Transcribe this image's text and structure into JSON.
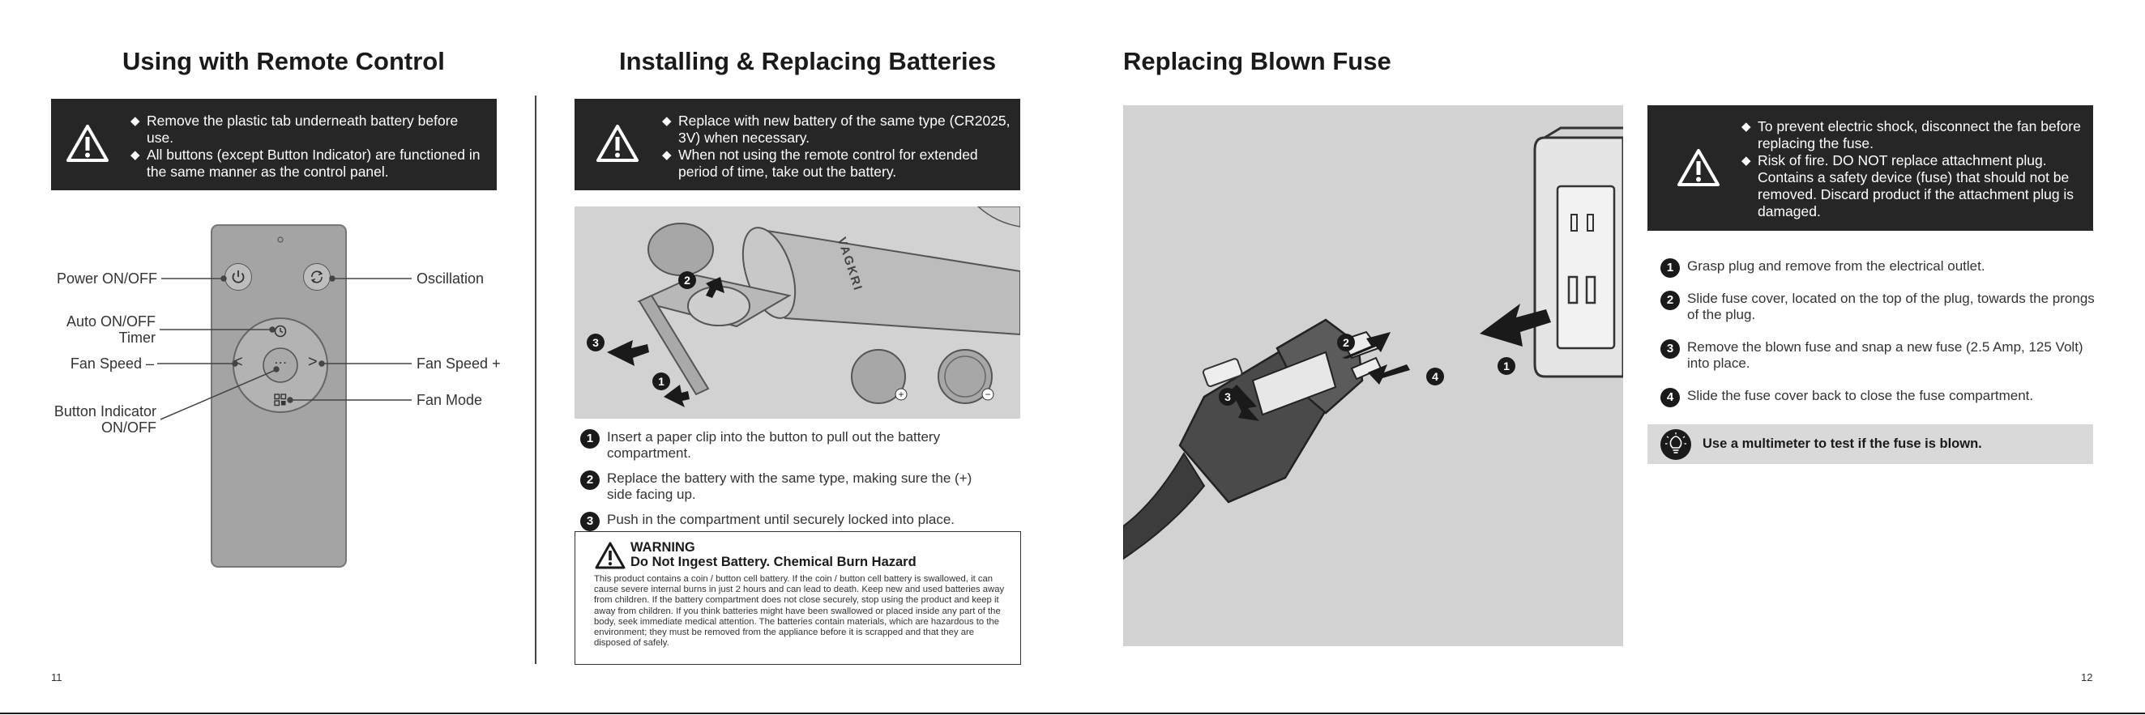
{
  "remote_section": {
    "title": "Using with Remote Control",
    "notes": [
      "Remove the plastic tab underneath battery before use.",
      "All buttons (except Button Indicator) are functioned in the same manner as the control panel."
    ],
    "labels": {
      "power": "Power ON/OFF",
      "timer_line1": "Auto ON/OFF",
      "timer_line2": "Timer",
      "speed_minus": "Fan Speed –",
      "indicator_line1": "Button Indicator",
      "indicator_line2": "ON/OFF",
      "oscillation": "Oscillation",
      "speed_plus": "Fan Speed +",
      "fan_mode": "Fan Mode"
    },
    "remote_glyphs": {
      "left": "<",
      "right": ">",
      "center": "·  ·  ·"
    }
  },
  "battery_section": {
    "title": "Installing & Replacing Batteries",
    "notes": [
      "Replace with new battery of the same type (CR2025, 3V) when necessary.",
      "When not using the remote control for extended period of time, take out the battery."
    ],
    "brand_mark": "VAGKRI",
    "plus_symbol": "+",
    "minus_symbol": "−",
    "callouts": [
      "1",
      "2",
      "3"
    ],
    "steps": [
      {
        "num": "1",
        "text": "Insert a paper clip into the button to pull out the battery compartment."
      },
      {
        "num": "2",
        "text": "Replace the battery with the same type, making sure the (+) side facing up."
      },
      {
        "num": "3",
        "text": "Push in the compartment until securely locked into place."
      }
    ],
    "warning": {
      "heading": "WARNING",
      "subheading": "Do Not Ingest Battery. Chemical Burn Hazard",
      "body": "This product contains a coin / button cell battery. If the coin / button cell battery is swallowed, it can cause severe internal burns in just 2 hours and can lead to death. Keep new and used batteries away from children. If the battery compartment does not close securely, stop using the product and keep it away from children. If you think batteries might have been swallowed or placed inside any part of the body, seek immediate medical attention. The batteries contain materials, which are hazardous to the environment; they must be removed from the appliance before it is scrapped and that they are disposed of safely."
    }
  },
  "fuse_section": {
    "title": "Replacing Blown Fuse",
    "notes": [
      "To prevent electric shock, disconnect the fan before replacing the fuse.",
      "Risk of fire. DO NOT replace attachment plug. Contains a safety device (fuse) that should not be removed. Discard product if the attachment plug is damaged."
    ],
    "callouts": [
      "1",
      "2",
      "3",
      "4"
    ],
    "steps": [
      {
        "num": "1",
        "text": "Grasp plug and remove from the electrical outlet."
      },
      {
        "num": "2",
        "text": "Slide fuse cover, located on the top of the plug, towards the prongs of the plug."
      },
      {
        "num": "3",
        "text": "Remove the blown fuse and snap a new fuse (2.5 Amp, 125 Volt) into place."
      },
      {
        "num": "4",
        "text": "Slide the fuse cover back to close the fuse compartment."
      }
    ],
    "tip": "Use a multimeter to test if the fuse is blown."
  },
  "page_numbers": {
    "left": "11",
    "right": "12"
  },
  "colors": {
    "dark_box": "#262626",
    "photo_bg": "#d2d2d2",
    "tip_bg": "#d9d9d9",
    "text": "#1e1e1e"
  }
}
